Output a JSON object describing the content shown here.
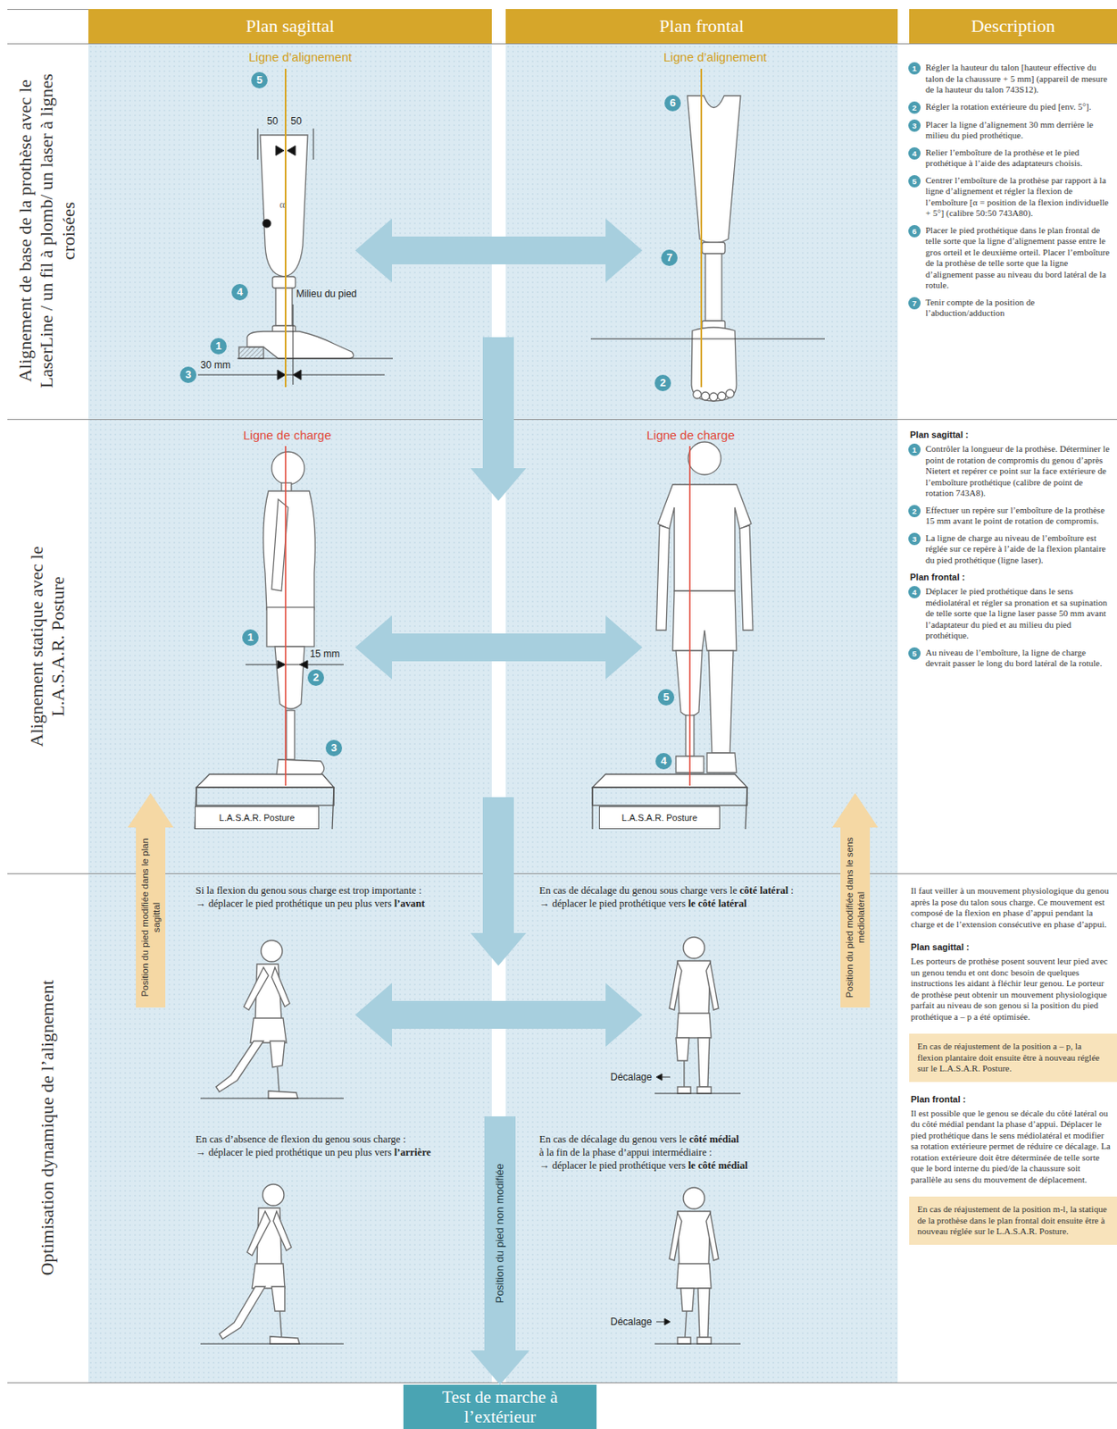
{
  "diagram": {
    "nodes": [
      {
        "text": [
          "Plan sagittal"
        ]
      },
      {
        "text": [
          "Plan frontal"
        ]
      },
      {
        "text": [
          "Description"
        ]
      },
      {
        "text": [
          "L.A.S.A.R. Posture"
        ]
      },
      {
        "text": [
          "L.A.S.A.R. Posture"
        ]
      },
      {
        "text": [
          "Position du pied modifiée dans le plan sagittal"
        ]
      },
      {
        "text": [
          "Position du pied modifiée dans le sens médiolatéral"
        ]
      },
      {
        "text": [
          "En cas de réajustement de la position a – p, la flexion plantaire doit ensuite être à nouveau réglée sur le L.A.S.A.R. Posture."
        ]
      },
      {
        "text": [
          "En cas de réajustement de la position m-l, la statique de la prothèse dans le plan frontal doit ensuite être à nouveau réglée sur le L.A.S.A.R. Posture."
        ]
      },
      {
        "text": [
          "Position du pied non modifiée"
        ]
      },
      {
        "text": [
          "Test de marche à l’extérieur"
        ]
      }
    ],
    "edges": [
      {
        "from": 9,
        "to": 10,
        "arrow": "to"
      }
    ],
    "labels": [
      "Alignement de base de la prothèse avec le LaserLine / un fil à plomb/ un laser à lignes croisées",
      "Ligne d’alignement",
      "5",
      "50",
      "50",
      "α",
      "4",
      "Milieu du pied",
      "1",
      "30 mm",
      "3",
      "Ligne d’alignement",
      "6",
      "7",
      "2",
      "1",
      "Régler la hauteur du talon [hauteur effective du talon de la chaussure + 5 mm] (appareil de mesure de la hauteur du talon 743S12).",
      "2",
      "Régler la rotation extérieure du pied [env. 5°].",
      "3",
      "Placer la ligne d’alignement 30 mm derrière le milieu du pied prothétique.",
      "4",
      "Relier l’emboîture de la prothèse et le pied prothétique à l’aide des adaptateurs choisis.",
      "5",
      "Centrer l’emboîture de la prothèse par rapport à la ligne d’alignement et régler la flexion de l’emboîture [α = position de la flexion individuelle + 5°] (calibre 50:50 743A80).",
      "6",
      "Placer le pied prothétique dans le plan frontal de telle sorte que la ligne d’alignement passe entre le gros orteil et le deuxième orteil. Placer l’emboîture de la prothèse de telle sorte que la ligne d’alignement passe au niveau du bord latéral de la rotule.",
      "7",
      "Tenir compte de la position de l’abduction/adduction",
      "Alignement statique avec le L.A.S.A.R. Posture",
      "Ligne de charge",
      "1",
      "15 mm",
      "2",
      "3",
      "Ligne de charge",
      "5",
      "4",
      "Plan sagittal :",
      "1",
      "Contrôler la longueur de la prothèse. Déterminer le point de rotation de compromis du genou d’après Nietert et repérer ce point sur la face extérieure de l’emboîture prothétique (calibre de point de rotation 743A8).",
      "2",
      "Effectuer un repère sur l’emboîture de la prothèse 15 mm avant le point de rotation de compromis.",
      "3",
      "La ligne de charge au niveau de l’emboîture est réglée sur ce repère à l’aide de la flexion plantaire du pied prothétique (ligne laser).",
      "Plan frontal :",
      "4",
      "Déplacer le pied prothétique dans le sens médiolatéral et régler sa pronation et sa supination de telle sorte que la ligne laser passe 50 mm avant l’adaptateur du pied et au milieu du pied prothétique.",
      "5",
      "Au niveau de l’emboîture, la ligne de charge devrait passer le long du bord latéral de la rotule.",
      "Optimisation dynamique de l’alignement",
      "Si la flexion du genou sous charge est trop importante :",
      "→ déplacer le pied prothétique un peu plus vers",
      "l’avant",
      "En cas d’absence de flexion du genou sous charge :",
      "→ déplacer le pied prothétique un peu plus vers",
      "l’arrière",
      "En cas de décalage du genou sous charge vers le",
      "côté latéral",
      ":",
      "→ déplacer le pied prothétique vers",
      "le côté latéral",
      "Décalage",
      "En cas de décalage du genou vers le",
      "côté médial",
      "à la fin de la phase d’appui intermédiaire :",
      "→ déplacer le pied prothétique vers",
      "le côté médial",
      "Décalage",
      "Il faut veiller à un mouvement physiologique du genou après la pose du talon sous charge. Ce mouvement est composé de la flexion en phase d’appui pendant la charge et de l’extension consécutive en phase d’appui.",
      "Plan sagittal :",
      "Les porteurs de prothèse posent souvent leur pied avec un genou tendu et ont donc besoin de quelques instructions les aidant à fléchir leur genou. Le porteur de prothèse peut obtenir un mouvement physiologique parfait au niveau de son genou si la position du pied prothétique a – p a été optimisée.",
      "Plan frontal :",
      "Il est possible que le genou se décale du côté latéral ou du côté médial pendant la phase d’appui. Déplacer le pied prothétique dans le sens médiolatéral et modifier sa rotation extérieure permet de réduire ce décalage. La rotation extérieure doit être déterminée de telle sorte que le bord interne du pied/de la chaussure soit parallèle au sens du mouvement de déplacement."
    ]
  }
}
